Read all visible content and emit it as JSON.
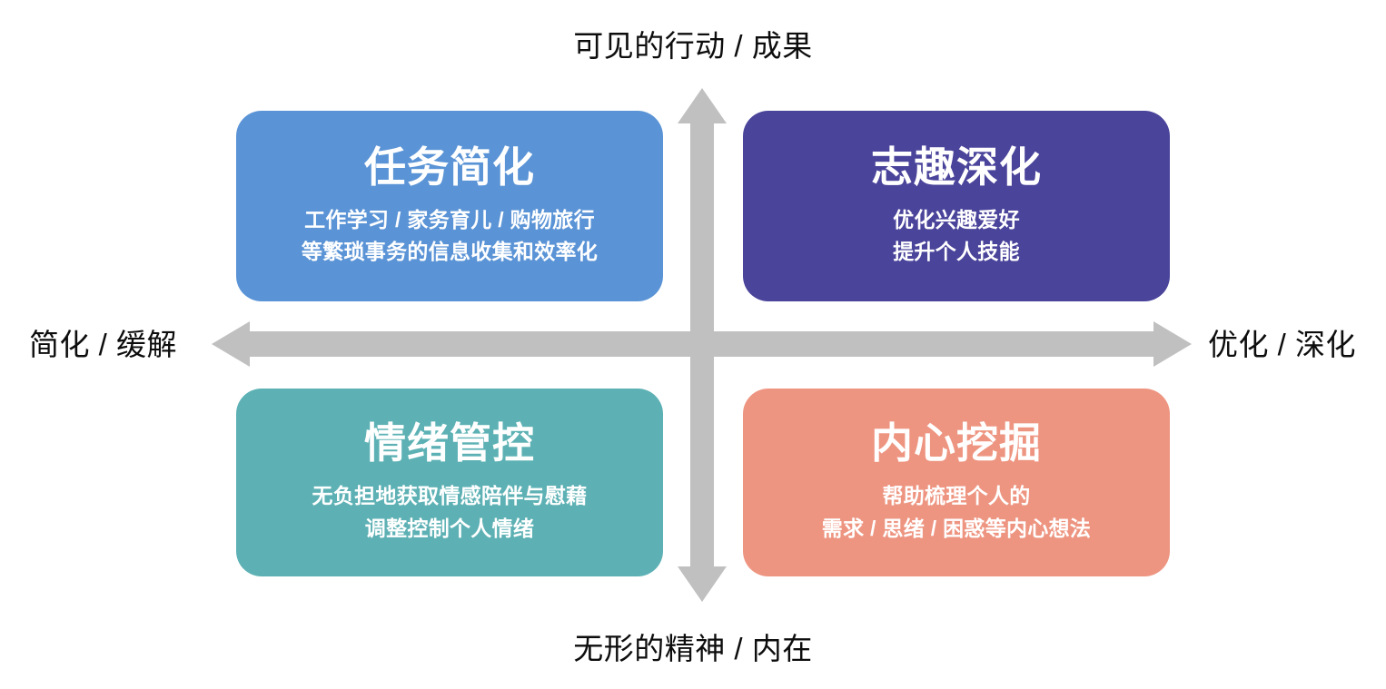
{
  "diagram": {
    "type": "2x2-matrix",
    "axes": {
      "top_label": "可见的行动 / 成果",
      "bottom_label": "无形的精神 / 内在",
      "left_label": "简化 / 缓解",
      "right_label": "优化 / 深化",
      "arrow_color": "#c0c0c0"
    },
    "quadrants": [
      {
        "position": "top-left",
        "title": "任务简化",
        "description_lines": [
          "工作学习 / 家务育儿 / 购物旅行",
          "等繁琐事务的信息收集和效率化"
        ],
        "color": "#5b94d6"
      },
      {
        "position": "top-right",
        "title": "志趣深化",
        "description_lines": [
          "优化兴趣爱好",
          "提升个人技能"
        ],
        "color": "#4a449b"
      },
      {
        "position": "bottom-left",
        "title": "情绪管控",
        "description_lines": [
          "无负担地获取情感陪伴与慰藉",
          "调整控制个人情绪"
        ],
        "color": "#5db1b4"
      },
      {
        "position": "bottom-right",
        "title": "内心挖掘",
        "description_lines": [
          "帮助梳理个人的",
          "需求 / 思绪 / 困惑等内心想法"
        ],
        "color": "#ee9581"
      }
    ]
  }
}
